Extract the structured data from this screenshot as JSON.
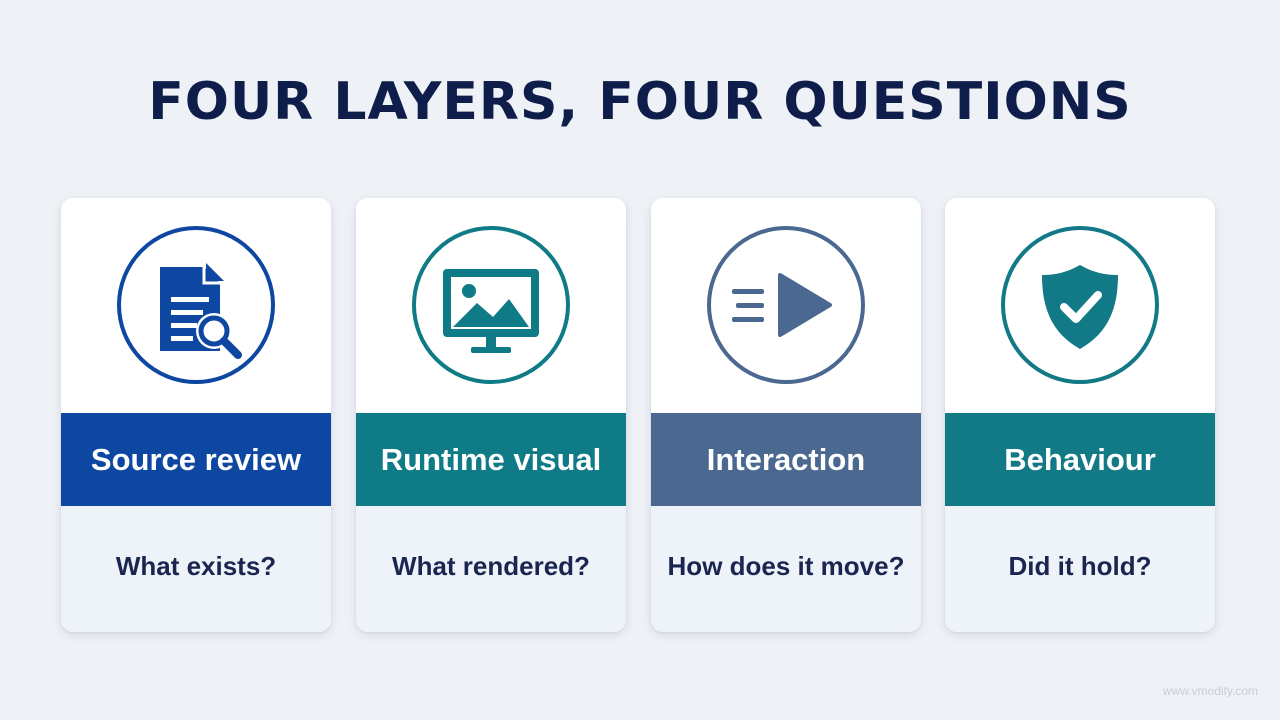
{
  "title": "FOUR LAYERS, FOUR QUESTIONS",
  "colors": {
    "navy": "#0f1d4a",
    "source_blue": "#0e47a1",
    "teal": "#0e7b86",
    "slate": "#4a6890",
    "behaviour_teal": "#127986",
    "question_bg": "#eef2f9"
  },
  "cards": [
    {
      "icon": "document-search-icon",
      "label": "Source review",
      "question": "What exists?",
      "color": "#0e47a1"
    },
    {
      "icon": "monitor-image-icon",
      "label": "Runtime visual",
      "question": "What rendered?",
      "color": "#0e7b86"
    },
    {
      "icon": "motion-play-icon",
      "label": "Interaction",
      "question": "How does it move?",
      "color": "#4a6890"
    },
    {
      "icon": "shield-check-icon",
      "label": "Behaviour",
      "question": "Did it hold?",
      "color": "#127986"
    }
  ],
  "watermark": "www.vmodify.com"
}
